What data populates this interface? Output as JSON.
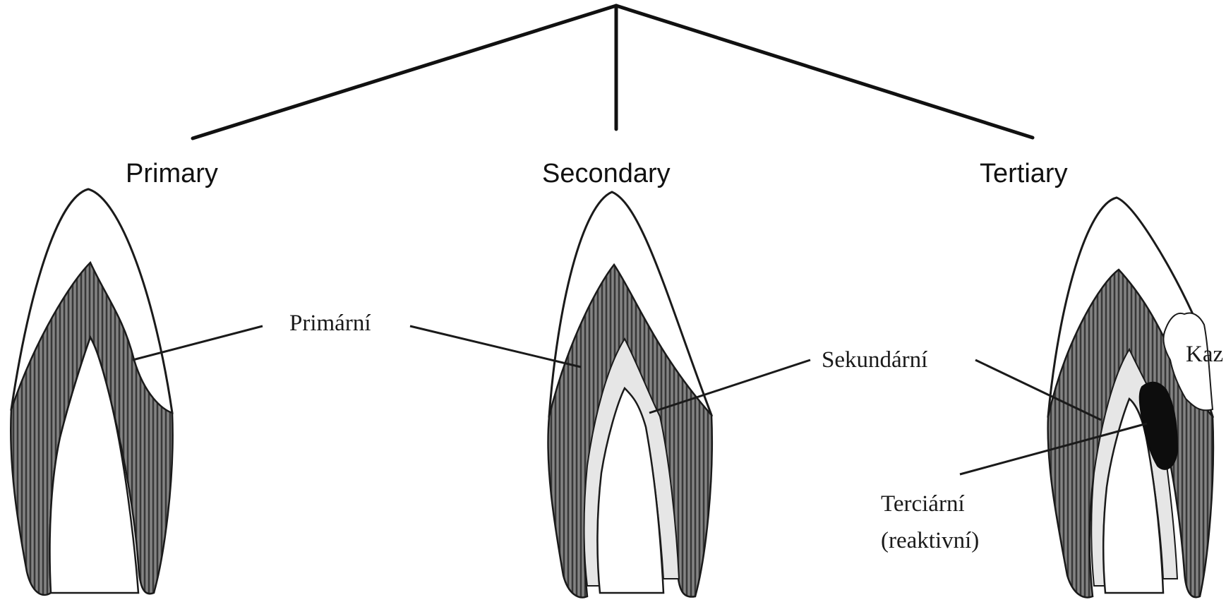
{
  "headings": {
    "primary": "Primary",
    "secondary": "Secondary",
    "tertiary": "Tertiary"
  },
  "labels": {
    "primarni": "Primární",
    "sekundarni": "Sekundární",
    "terciarni_line1": "Terciární",
    "terciarni_line2": "(reaktivní)",
    "kaz": "Kaz"
  },
  "colors": {
    "primary_dentin": "#555555",
    "secondary_dentin": "#e6e6e6",
    "tertiary_dentin": "#0d0d0d",
    "enamel": "#ffffff",
    "outline": "#1a1a1a"
  }
}
